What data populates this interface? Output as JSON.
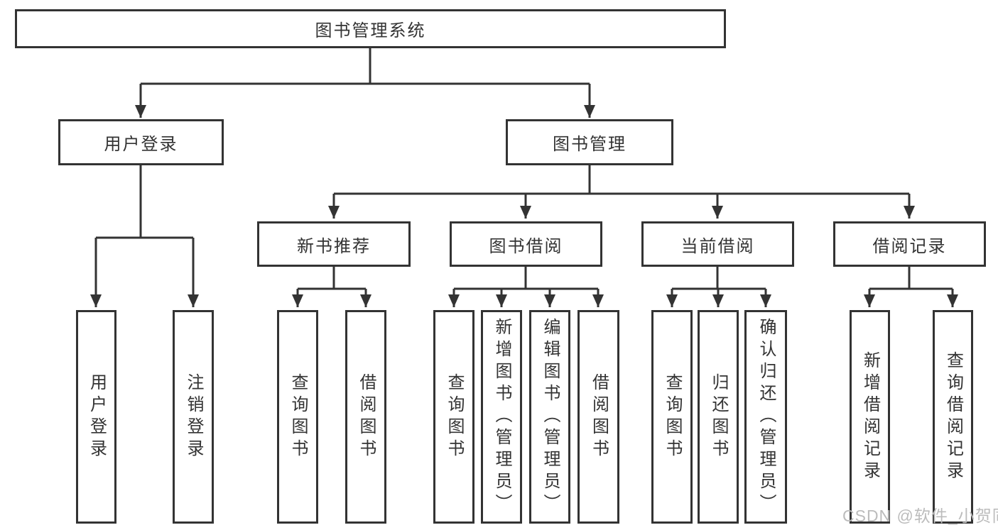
{
  "diagram": {
    "title": "图书管理系统",
    "type": "hierarchy-tree",
    "colors": {
      "line": "#333333",
      "text": "#333333",
      "box_background": "#ffffff",
      "watermark": "#bcbcbc"
    },
    "nodes": {
      "root": {
        "label": "图书管理系统"
      },
      "level2": [
        {
          "label": "用户登录",
          "parent": "图书管理系统"
        },
        {
          "label": "图书管理",
          "parent": "图书管理系统"
        }
      ],
      "level3": [
        {
          "label": "新书推荐",
          "parent": "图书管理"
        },
        {
          "label": "图书借阅",
          "parent": "图书管理"
        },
        {
          "label": "当前借阅",
          "parent": "图书管理"
        },
        {
          "label": "借阅记录",
          "parent": "图书管理"
        }
      ],
      "leaves": [
        {
          "label": "用户登录",
          "parent": "用户登录"
        },
        {
          "label": "注销登录",
          "parent": "用户登录"
        },
        {
          "label": "查询图书",
          "parent": "新书推荐"
        },
        {
          "label": "借阅图书",
          "parent": "新书推荐"
        },
        {
          "label": "查询图书",
          "parent": "图书借阅"
        },
        {
          "label": "新增图书（管理员）",
          "parent": "图书借阅"
        },
        {
          "label": "编辑图书（管理员）",
          "parent": "图书借阅"
        },
        {
          "label": "借阅图书",
          "parent": "图书借阅"
        },
        {
          "label": "查询图书",
          "parent": "当前借阅"
        },
        {
          "label": "归还图书",
          "parent": "当前借阅"
        },
        {
          "label": "确认归还（管理员）",
          "parent": "当前借阅"
        },
        {
          "label": "新增借阅记录",
          "parent": "借阅记录"
        },
        {
          "label": "查询借阅记录",
          "parent": "借阅记录"
        }
      ]
    },
    "watermark": "CSDN @软件_小贺同学"
  }
}
